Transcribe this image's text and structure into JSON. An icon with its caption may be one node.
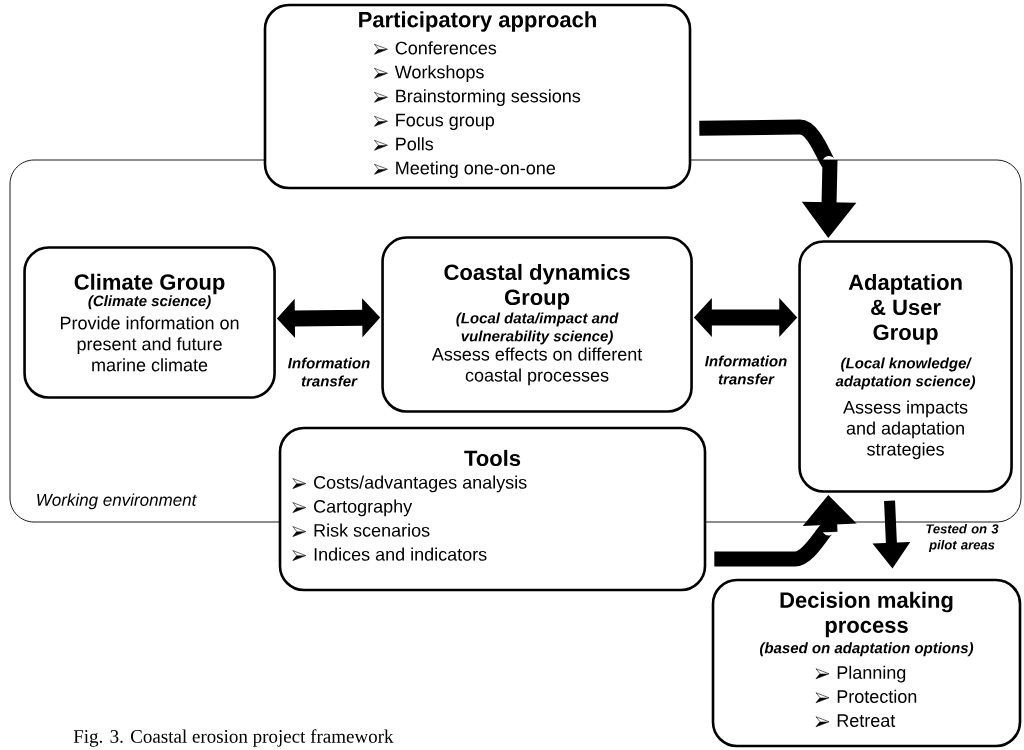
{
  "diagram": {
    "caption": "Fig. 3. Coastal erosion project framework",
    "nodes": [
      {
        "text": [
          "Working environment"
        ]
      },
      {
        "text": [
          "Participatory approach",
          "Conferences",
          "Workshops",
          "Brainstorming sessions",
          "Focus group",
          "Polls",
          "Meeting one-on-one"
        ]
      },
      {
        "text": [
          "Climate Group",
          "(Climate science)",
          "Provide information on present and future marine climate"
        ],
        "in": 0
      },
      {
        "text": [
          "Coastal dynamics Group",
          "(Local data/impact and vulnerability science)",
          "Assess effects on different coastal processes"
        ],
        "in": 0
      },
      {
        "text": [
          "Adaptation & User Group",
          "(Local knowledge/ adaptation science)",
          "Assess impacts and adaptation strategies"
        ],
        "in": 0
      },
      {
        "text": [
          "Tools",
          "Costs/advantages analysis",
          "Cartography",
          "Risk scenarios",
          "Indices and indicators"
        ]
      },
      {
        "text": [
          "Decision making process",
          "(based on adaptation options)",
          "Planning",
          "Protection",
          "Retreat"
        ]
      }
    ],
    "edges": [
      {
        "from": 1,
        "to": 4,
        "arrow": "to"
      },
      {
        "from": 2,
        "to": 3,
        "arrow": "both",
        "label": "Information transfer"
      },
      {
        "from": 3,
        "to": 4,
        "arrow": "both",
        "label": "Information transfer"
      },
      {
        "from": 5,
        "to": 4,
        "arrow": "to"
      },
      {
        "from": 4,
        "to": 6,
        "arrow": "to",
        "label": "Tested on 3 pilot areas"
      }
    ]
  }
}
